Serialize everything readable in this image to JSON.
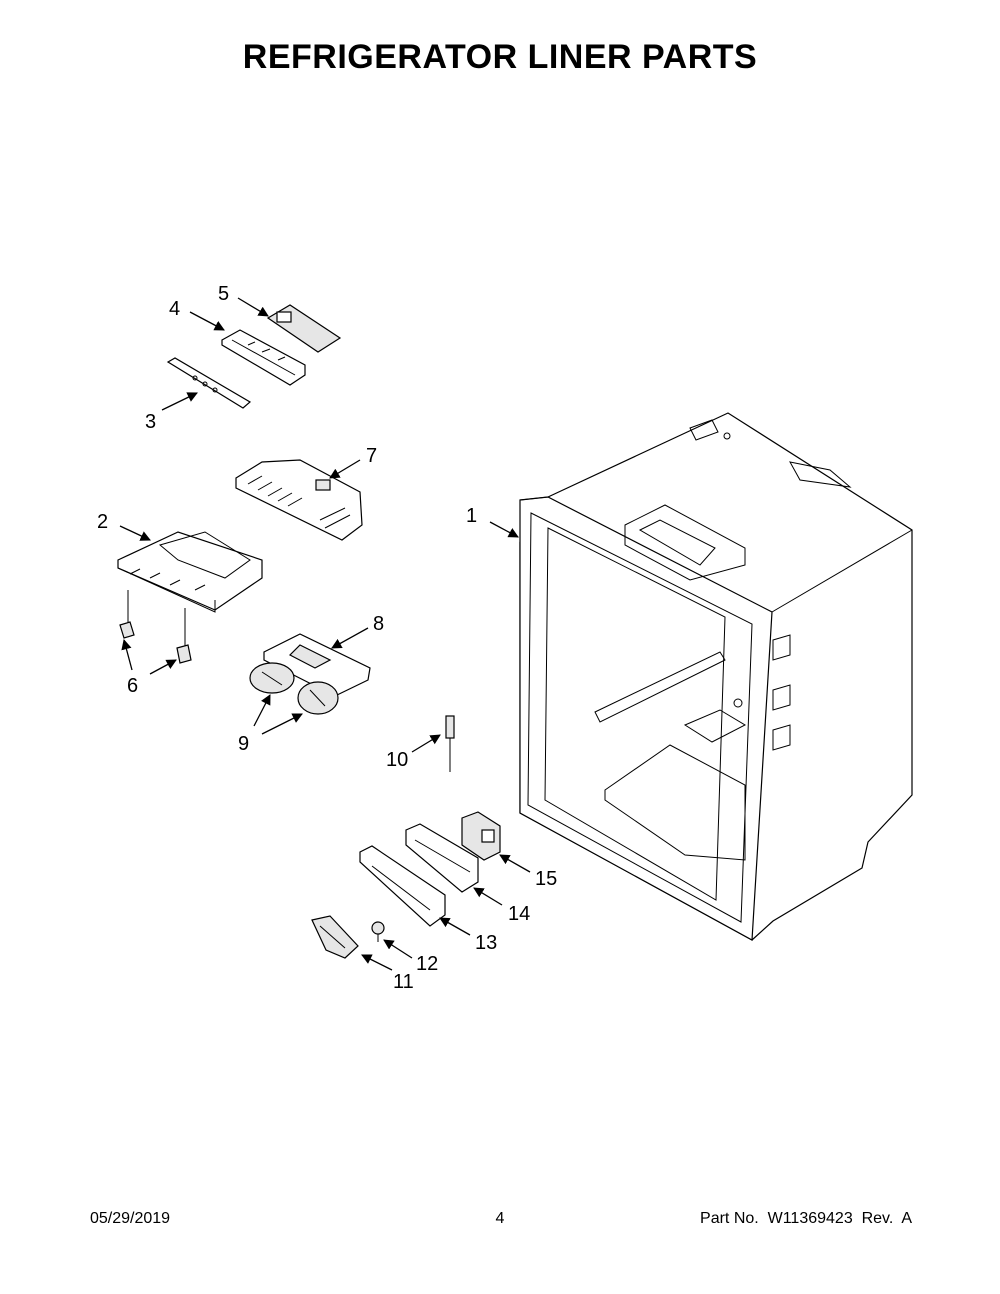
{
  "title": "REFRIGERATOR LINER PARTS",
  "footer": {
    "date": "05/29/2019",
    "page": "4",
    "part_no": "Part No.  W11369423  Rev.  A"
  },
  "callouts": [
    "1",
    "2",
    "3",
    "4",
    "5",
    "6",
    "7",
    "8",
    "9",
    "10",
    "11",
    "12",
    "13",
    "14",
    "15"
  ]
}
